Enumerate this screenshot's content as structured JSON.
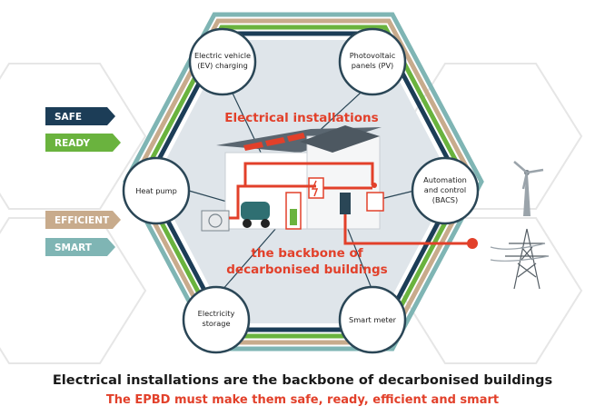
{
  "colors": {
    "accent": "#e2402a",
    "navy": "#1c3d57",
    "green": "#6ab33e",
    "tan": "#c8ab8c",
    "teal": "#7fb5b4",
    "hex_dark": "#2a4656",
    "hex_inner": "#dfe5ea"
  },
  "diagram": {
    "center_title": "Electrical installations",
    "center_subtitle_line1": "the backbone of",
    "center_subtitle_line2": "decarbonised buildings",
    "tags": [
      "SAFE",
      "READY",
      "EFFICIENT",
      "SMART"
    ],
    "nodes": {
      "ev": [
        "Electric vehicle",
        "(EV) charging"
      ],
      "pv": [
        "Photovoltaic",
        "panels (PV)"
      ],
      "heat_pump": [
        "Heat pump"
      ],
      "bacs": [
        "Automation",
        "and control",
        "(BACS)"
      ],
      "storage": [
        "Electricity",
        "storage"
      ],
      "meter": [
        "Smart meter"
      ]
    },
    "icons": [
      "wind-turbine-icon",
      "power-pylon-icon"
    ]
  },
  "footer": {
    "headline": "Electrical installations are the backbone of decarbonised buildings",
    "subline": "The EPBD must make them safe, ready, efficient and smart"
  }
}
